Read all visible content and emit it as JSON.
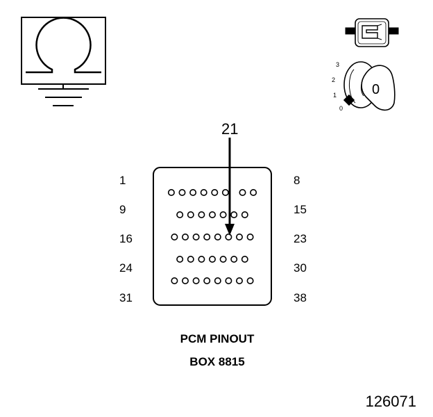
{
  "callout": {
    "pin_label": "21"
  },
  "connector": {
    "rows": [
      {
        "left_label": "1",
        "right_label": "8",
        "pin_count": 8,
        "has_gap": true
      },
      {
        "left_label": "9",
        "right_label": "15",
        "pin_count": 7,
        "has_gap": false
      },
      {
        "left_label": "16",
        "right_label": "23",
        "pin_count": 8,
        "has_gap": false
      },
      {
        "left_label": "24",
        "right_label": "30",
        "pin_count": 7,
        "has_gap": false
      },
      {
        "left_label": "31",
        "right_label": "38",
        "pin_count": 8,
        "has_gap": false
      }
    ],
    "highlighted_pin": "21"
  },
  "caption": {
    "line1": "PCM PINOUT",
    "line2": "BOX 8815"
  },
  "ignition": {
    "positions": [
      "3",
      "2",
      "1",
      "0"
    ],
    "key_position_label": "0"
  },
  "figure_number": "126071",
  "icons": {
    "ground_test": "ohm-meter-ground-icon",
    "connector": "connector-plug-icon",
    "ignition": "ignition-key-icon"
  }
}
